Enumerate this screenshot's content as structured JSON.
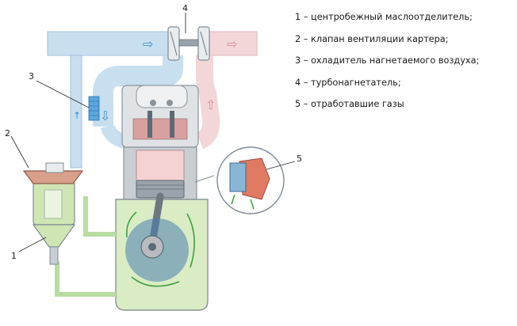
{
  "callouts": {
    "c1": "1",
    "c2": "2",
    "c3": "3",
    "c4": "4",
    "c5": "5"
  },
  "legend": [
    {
      "num": "1",
      "text": "1 – центробежный маслоотделитель;"
    },
    {
      "num": "2",
      "text": "2 – клапан вентиляции картера;"
    },
    {
      "num": "3",
      "text": "3 – охладитель нагнетаемого воздуха;"
    },
    {
      "num": "4",
      "text": "4 – турбонагнетатель;"
    },
    {
      "num": "5",
      "text": "5 – отработавшие газы"
    }
  ],
  "colors": {
    "intake_air": "#c8dff0",
    "exhaust": "#f2d6d8",
    "oil_vapor": "#cfe6b4",
    "crankcase_oil": "#d9ecc4",
    "metal": "#b8bcc0",
    "flow_arrow_blue": "#3d8fd0",
    "flow_arrow_red": "#e8869a",
    "flow_arrow_green": "#3f9b3f"
  },
  "icons": [
    "flow-arrow-icon",
    "cooler-icon",
    "turbo-icon",
    "valve-icon",
    "separator-icon",
    "piston-icon"
  ]
}
